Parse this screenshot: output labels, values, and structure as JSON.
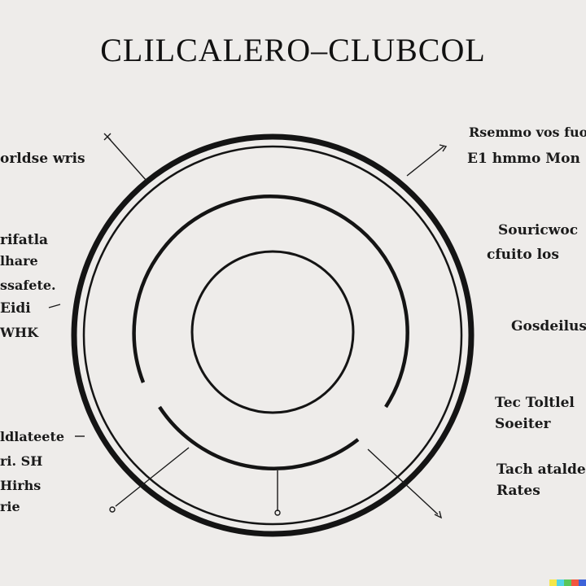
{
  "title": "CLILCALERO–CLUBCOL",
  "labels": {
    "left_1": "orldse  wris",
    "left_2": "rifatla",
    "left_3": "lhare",
    "left_4": "ssafete.",
    "left_5": "Eidi",
    "left_6": "WHK",
    "left_7": "ldlateete",
    "left_8": "ri. SH",
    "left_9": "Hirhs",
    "left_10": "rie",
    "right_1": "Rsemmo vos fuocse",
    "right_2": "E1 hmmo Mon",
    "right_3": "Souricwoc",
    "right_4": "cfuito los",
    "right_5": "Gosdeilus",
    "right_6": "Tec Toltlel",
    "right_7": "Soeiter",
    "right_8": "Tach ataldeh",
    "right_9": "Rates"
  },
  "colors": {
    "ink": "#141414",
    "paper": "#eeecea",
    "palette": [
      "#f4e64a",
      "#52d3e6",
      "#59c65a",
      "#f2553f",
      "#3e63d9"
    ]
  }
}
